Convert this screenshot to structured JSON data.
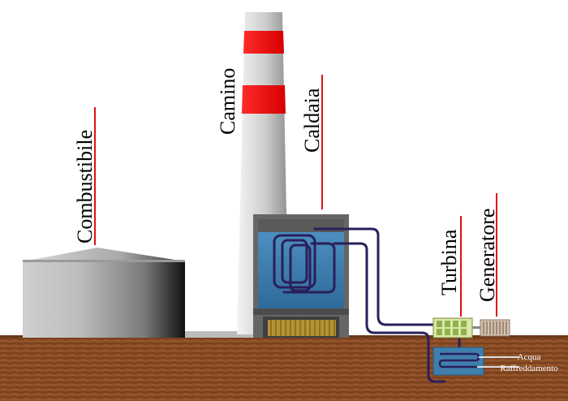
{
  "labels": {
    "fuel": "Combustibile",
    "chimney": "Camino",
    "boiler": "Caldaia",
    "turbine": "Turbina",
    "generator": "Generatore",
    "cooling_line1": "Acqua",
    "cooling_line2": "Raffreddamento"
  },
  "colors": {
    "sky": "#ffffff",
    "ground": "#8a4a22",
    "chimney_stripe": "#ee1111",
    "pipe": "#2a1f5a",
    "boiler_water": "#3f7fae",
    "label_line": "#e01010"
  }
}
